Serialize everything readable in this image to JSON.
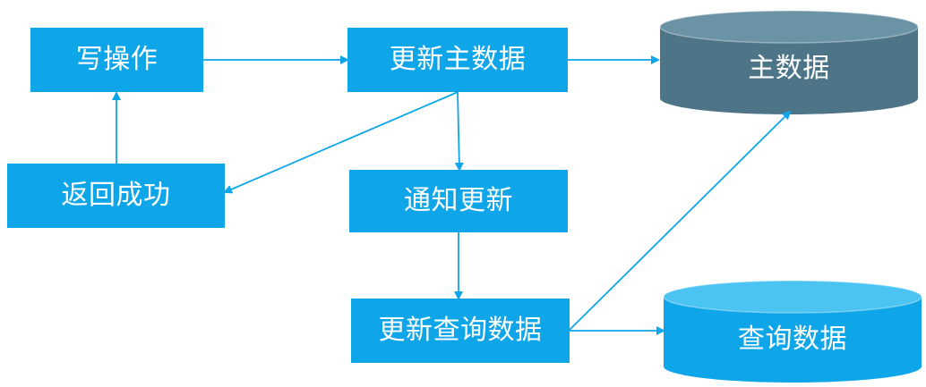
{
  "diagram": {
    "nodes": {
      "write_op": "写操作",
      "update_master": "更新主数据",
      "return_success": "返回成功",
      "notify_update": "通知更新",
      "update_query": "更新查询数据",
      "master_db": "主数据",
      "query_db": "查询数据"
    },
    "colors": {
      "process_box": "#0ea5e9",
      "arrow": "#0ea5e9",
      "master_db_fill": "#4d7587",
      "master_db_top": "#6a93a5",
      "query_db_fill": "#0ea5e9",
      "query_db_top": "#4cc4f2",
      "text": "#ffffff"
    }
  }
}
